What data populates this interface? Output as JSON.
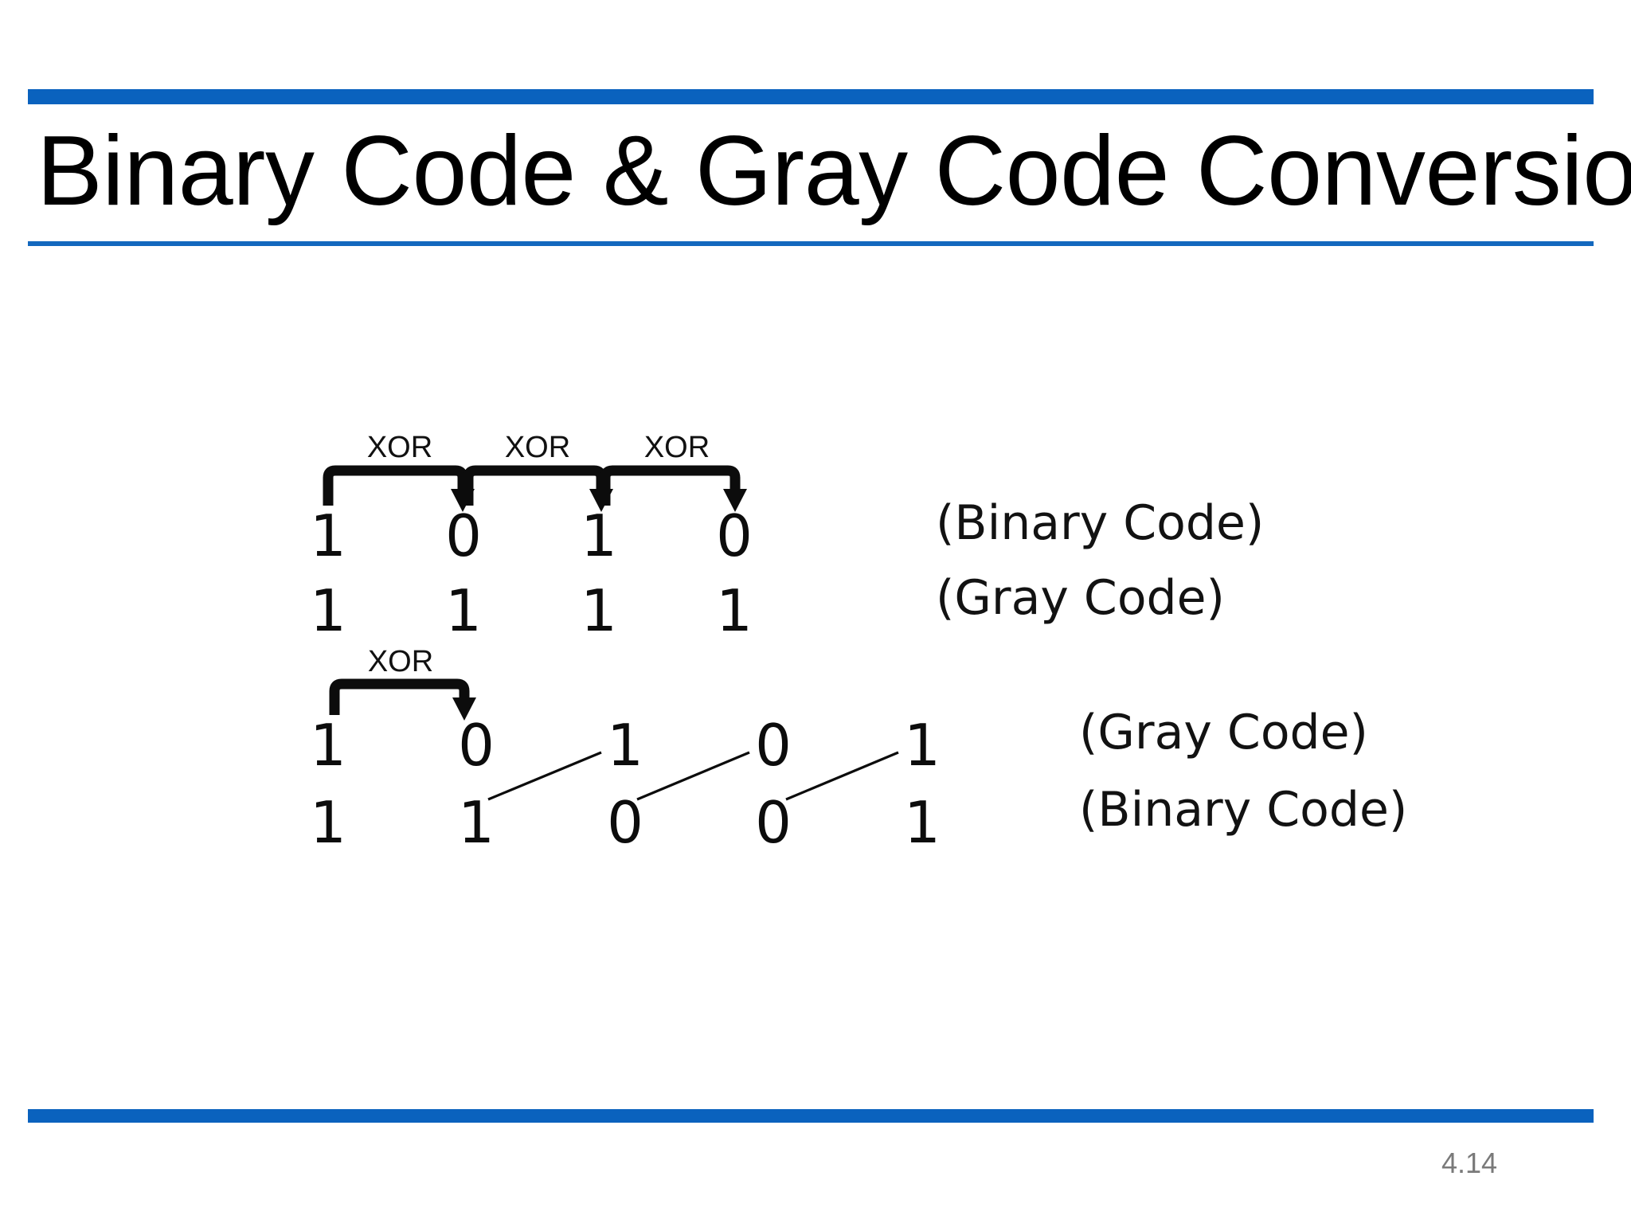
{
  "slide": {
    "title": "Binary Code & Gray Code Conversion",
    "page_number": "4.14",
    "accent_color": "#0A62BE",
    "title_rule_color": "#1368BE",
    "background_color": "#FFFFFF",
    "page_number_color": "#7A7A7A"
  },
  "diagram": {
    "binary_to_gray": {
      "operator_labels": [
        "XOR",
        "XOR",
        "XOR"
      ],
      "input_row": {
        "label": "(Binary Code)",
        "digits": [
          "1",
          "0",
          "1",
          "0"
        ]
      },
      "output_row": {
        "label": "(Gray Code)",
        "digits": [
          "1",
          "1",
          "1",
          "1"
        ]
      }
    },
    "gray_to_binary": {
      "operator_labels": [
        "XOR"
      ],
      "input_row": {
        "label": "(Gray Code)",
        "digits": [
          "1",
          "0",
          "1",
          "0",
          "1"
        ]
      },
      "output_row": {
        "label": "(Binary Code)",
        "digits": [
          "1",
          "1",
          "0",
          "0",
          "1"
        ]
      }
    }
  }
}
